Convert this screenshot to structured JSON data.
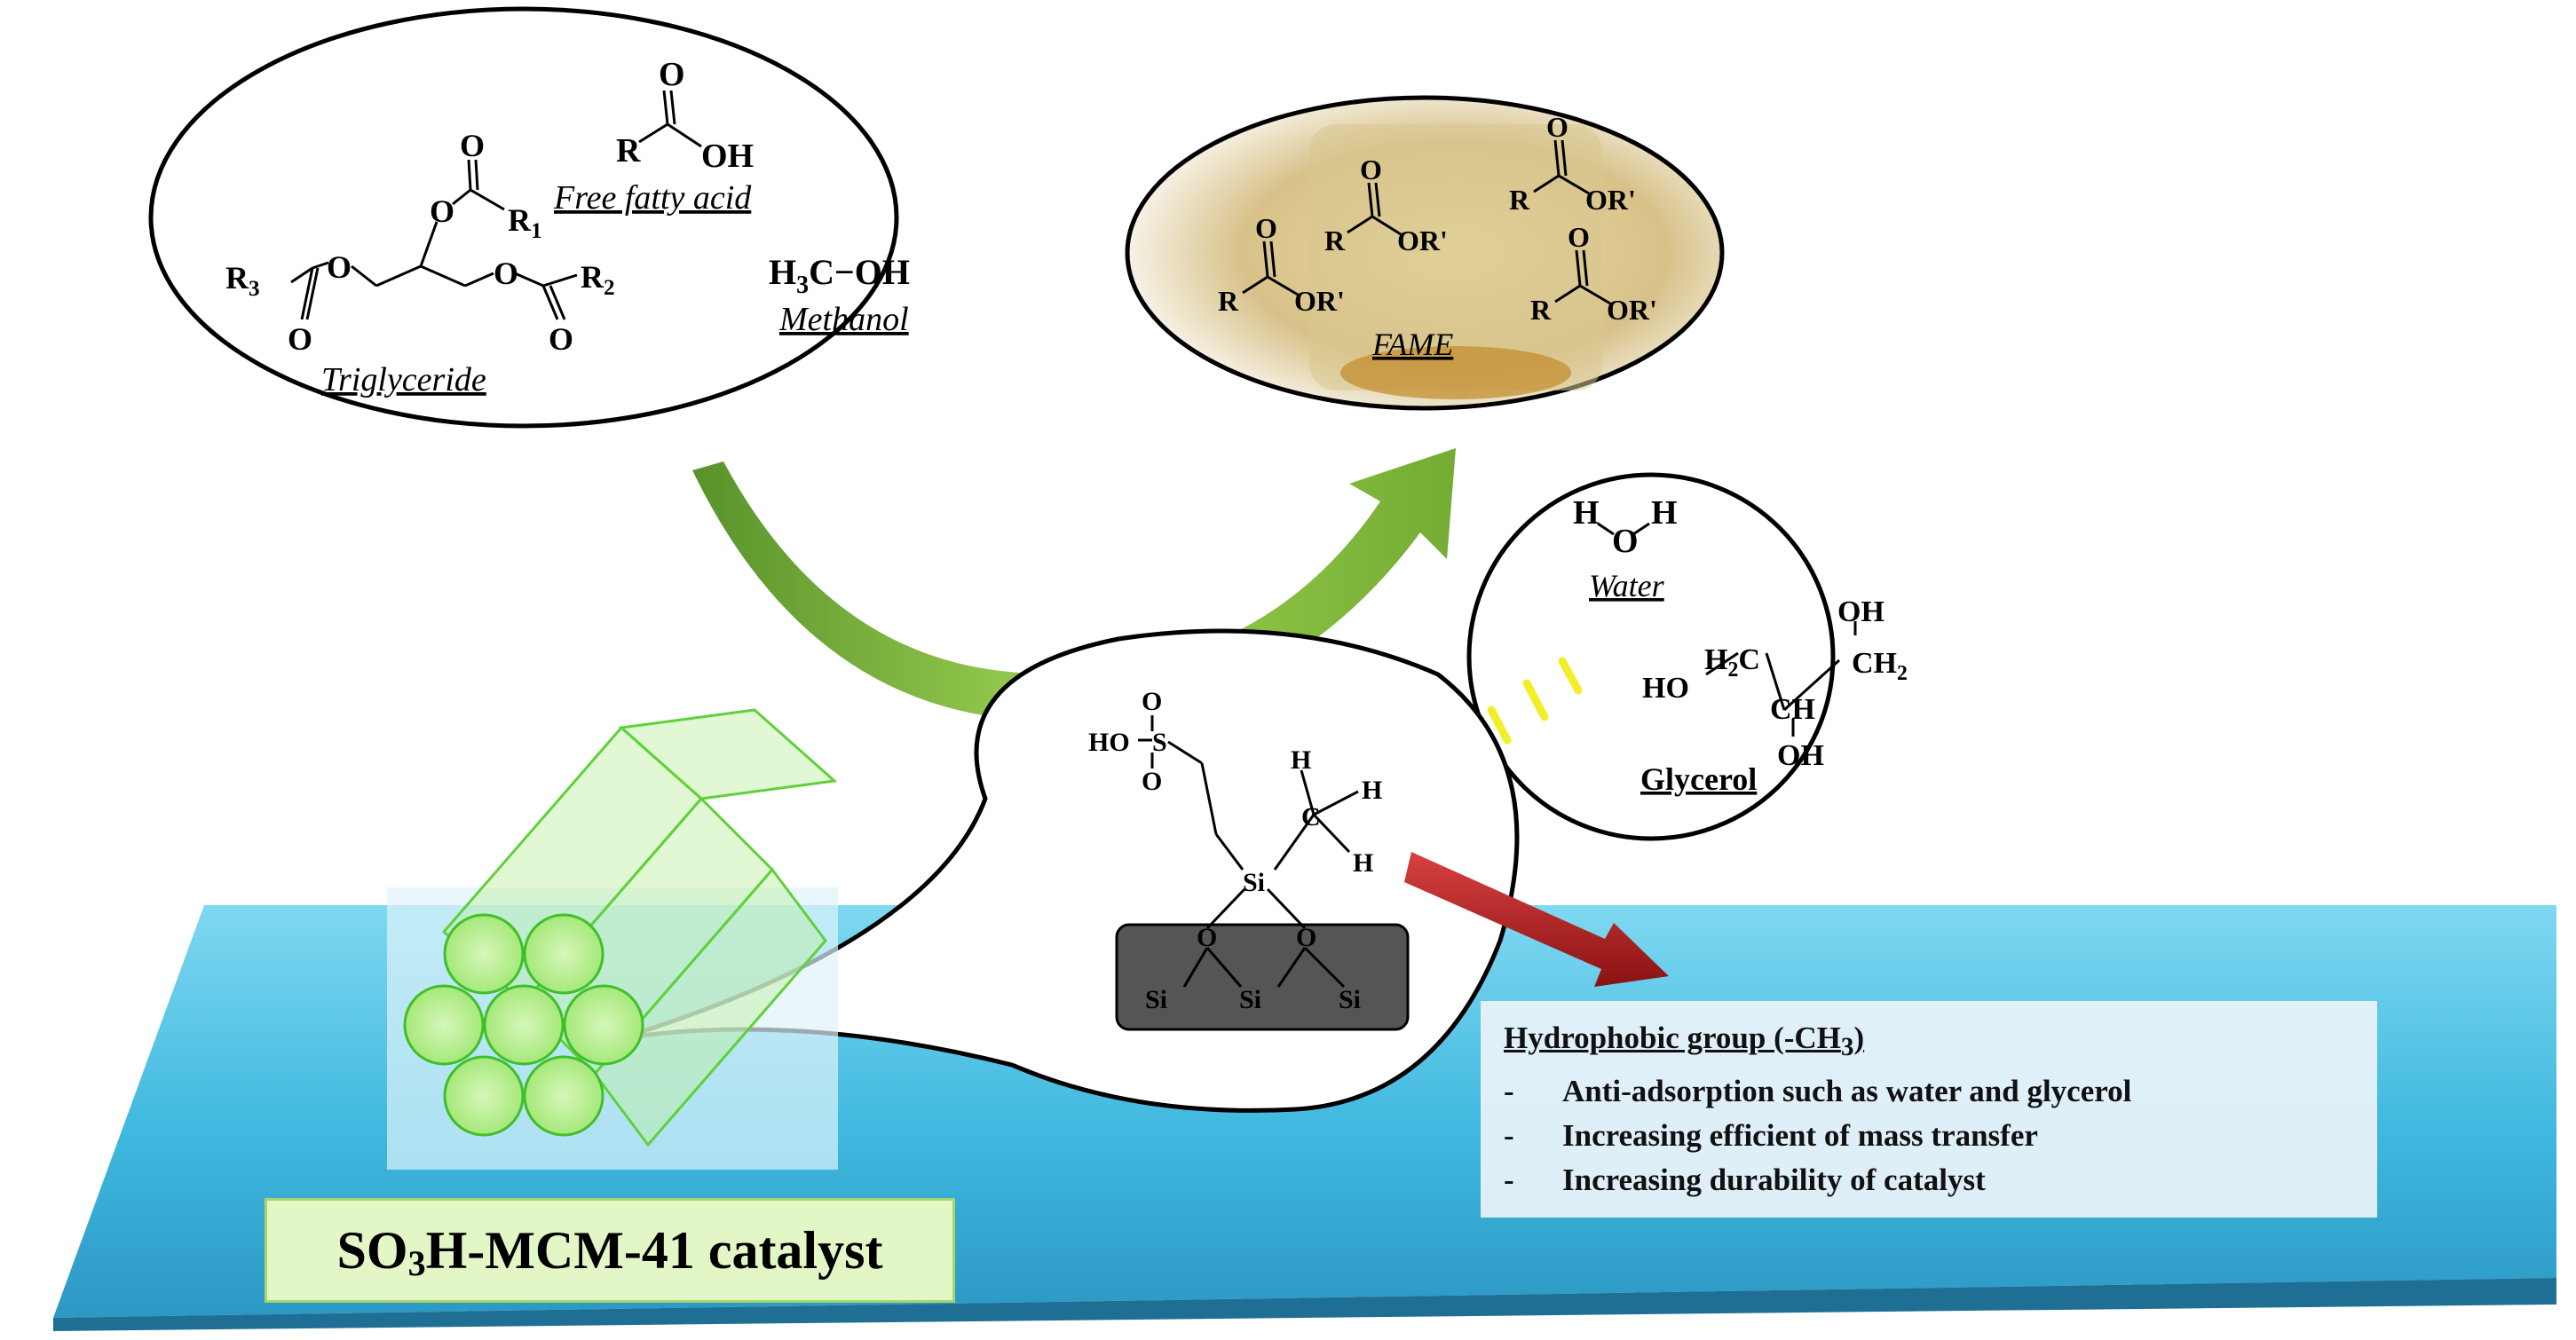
{
  "reactants": {
    "triglyceride": {
      "r1": "R",
      "r1_sub": "1",
      "r2": "R",
      "r2_sub": "2",
      "r3": "R",
      "r3_sub": "3",
      "o": "O",
      "label": "Triglyceride"
    },
    "free_fatty_acid": {
      "r": "R",
      "o": "O",
      "oh": "OH",
      "label": "Free fatty acid"
    },
    "methanol": {
      "formula_h": "H",
      "formula_sub": "3",
      "formula_rest": "C−OH",
      "label": "Methanol"
    }
  },
  "product": {
    "r": "R",
    "or": "OR'",
    "o": "O",
    "label": "FAME"
  },
  "byproducts": {
    "water": {
      "h": "H",
      "o": "O",
      "label": "Water"
    },
    "glycerol": {
      "oh": "OH",
      "ho": "HO",
      "h2c": "H",
      "h2c_sub": "2",
      "h2c_c": "C",
      "ch2": "CH",
      "ch2_sub": "2",
      "ch": "CH",
      "label": "Glycerol"
    }
  },
  "catalyst_detail": {
    "ho": "HO",
    "s": "S",
    "o": "O",
    "si": "Si",
    "c": "C",
    "h": "H"
  },
  "info": {
    "title": "Hydrophobic group (-CH",
    "title_sub": "3",
    "title_end": ")",
    "items": [
      "Anti-adsorption such as water and glycerol",
      "Increasing efficient of mass transfer",
      "Increasing durability of catalyst"
    ],
    "dash": "-"
  },
  "catalyst_label": {
    "pre": "SO",
    "sub": "3",
    "post": "H-MCM-41 catalyst"
  },
  "colors": {
    "surface": "#3fb8df",
    "arrow_green": "#7fb62a",
    "arrow_red": "#b22222",
    "tube_green": "#a9ec7e",
    "highlight_yellow": "#ffff4d"
  }
}
